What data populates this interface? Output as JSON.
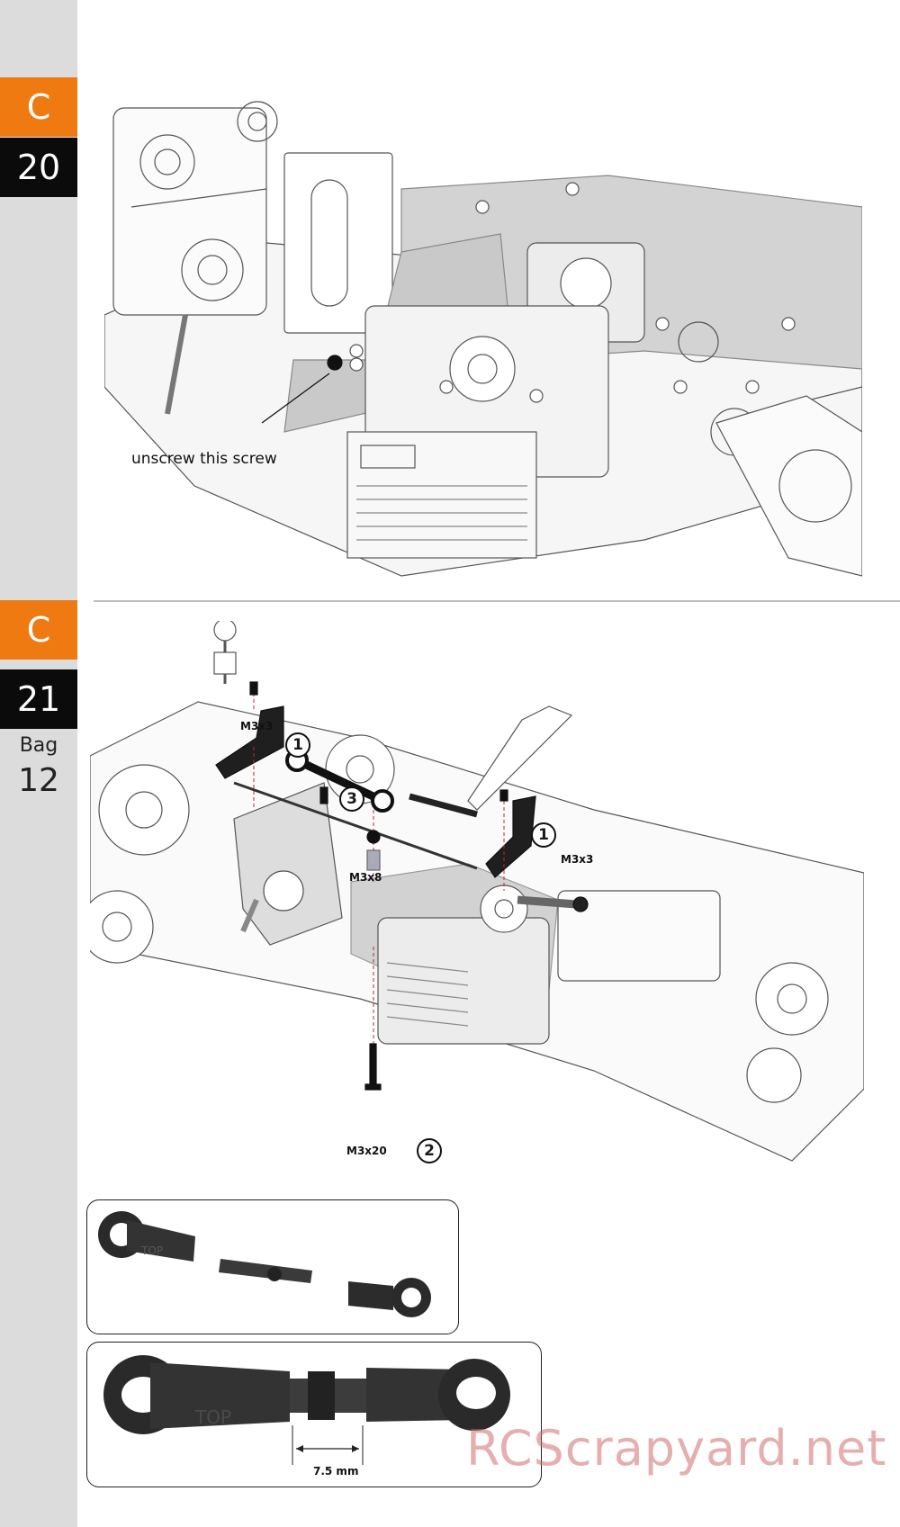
{
  "steps": [
    {
      "letter": "C",
      "number": "20"
    },
    {
      "letter": "C",
      "number": "21",
      "bag_label": "Bag",
      "bag_number": "12"
    }
  ],
  "step20": {
    "annotation": "unscrew this screw"
  },
  "step21": {
    "callouts": [
      {
        "text": "M3x3",
        "badge": "1"
      },
      {
        "text": "M3x3",
        "badge": "1"
      },
      {
        "text": "M3x8",
        "badge": "3"
      },
      {
        "text": "M3x20",
        "badge": "2"
      }
    ]
  },
  "detail": {
    "dimension": "7.5 mm",
    "watermark_text": "TOP"
  },
  "watermark": "RCScrapyard.net"
}
